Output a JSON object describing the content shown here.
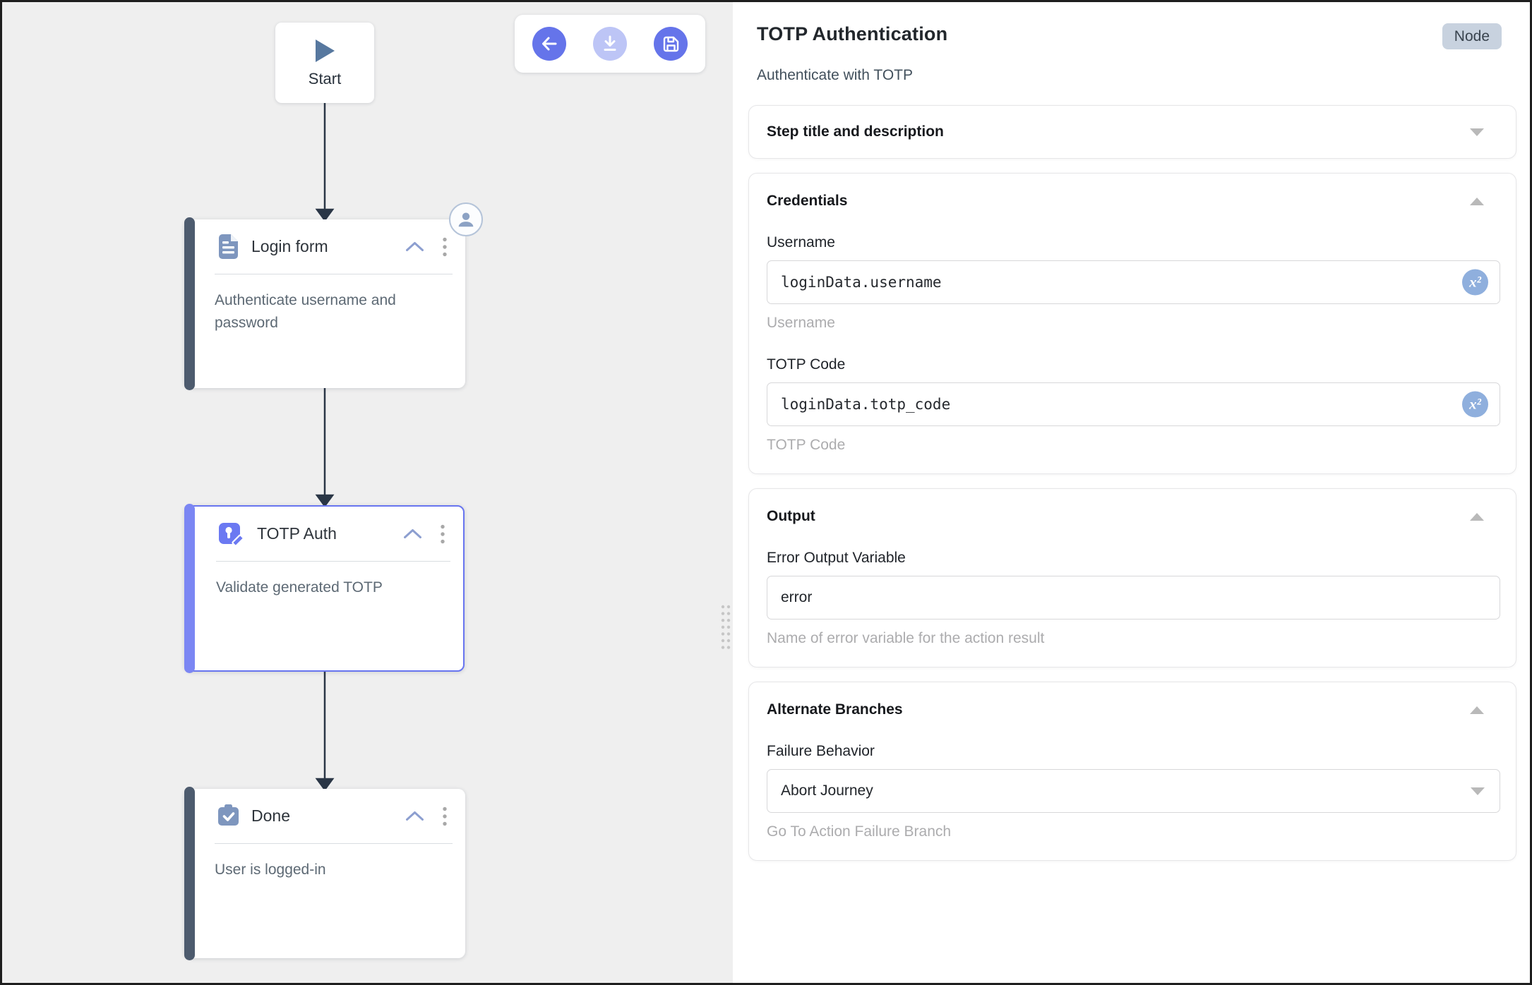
{
  "colors": {
    "accent_indigo": "#6574EA",
    "accent_indigo_disabled": "#BDC5F6",
    "selected_node_border": "#6875F0",
    "node_accent_bar": "#4D5B6E",
    "node_icon_slate": "#7E96BE",
    "variable_badge_blue": "#8FAFDD",
    "canvas_background": "#EFEFEF",
    "type_badge_background": "#C8D2DF"
  },
  "toolbar": {
    "buttons": [
      {
        "name": "back",
        "enabled": true
      },
      {
        "name": "download",
        "enabled": false
      },
      {
        "name": "save",
        "enabled": true
      }
    ]
  },
  "canvas": {
    "start_label": "Start",
    "nodes": [
      {
        "title": "Login form",
        "description": "Authenticate username and password"
      },
      {
        "title": "TOTP Auth",
        "description": "Validate generated TOTP",
        "selected": true
      },
      {
        "title": "Done",
        "description": "User is logged-in"
      }
    ]
  },
  "panel": {
    "title": "TOTP Authentication",
    "type_badge": "Node",
    "subtitle": "Authenticate with TOTP",
    "step_section": {
      "title": "Step title and description",
      "collapsed": true
    },
    "credentials": {
      "title": "Credentials",
      "username": {
        "label": "Username",
        "value": "loginData.username",
        "helper": "Username",
        "badge": "x²"
      },
      "totp": {
        "label": "TOTP Code",
        "value": "loginData.totp_code",
        "helper": "TOTP Code",
        "badge": "x²"
      }
    },
    "output": {
      "title": "Output",
      "error_var": {
        "label": "Error Output Variable",
        "value": "error",
        "helper": "Name of error variable for the action result"
      }
    },
    "branches": {
      "title": "Alternate Branches",
      "failure": {
        "label": "Failure Behavior",
        "value": "Abort Journey",
        "helper": "Go To Action Failure Branch"
      }
    }
  }
}
